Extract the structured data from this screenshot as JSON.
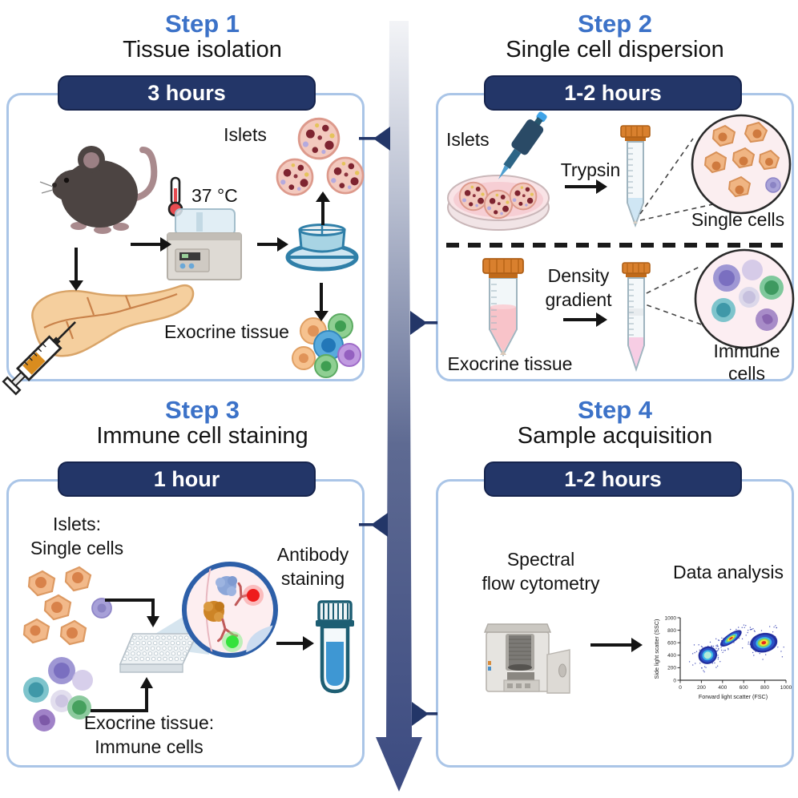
{
  "figure": {
    "accent_blue": "#3c72c8",
    "navy": "#233668",
    "panel_border": "#aac5e7",
    "timeline_gradient_start": "#f3f4f7",
    "timeline_gradient_end": "#3c4b81",
    "arrow_black": "#141414"
  },
  "icons": [
    "mouse-icon",
    "pancreas-icon",
    "syringe-icon",
    "thermometer-icon",
    "water-bath-icon",
    "cell-strainer-icon",
    "islet-icon",
    "exocrine-cell-cluster-icon",
    "petri-dish-icon",
    "pipette-icon",
    "conical-tube-icon",
    "magnified-cells-icon",
    "well-plate-icon",
    "antibody-staining-magnifier-icon",
    "facs-tube-icon",
    "flow-cytometer-icon",
    "timeline-arrow",
    "scatter-plot"
  ],
  "steps": {
    "step1": {
      "label": "Step 1",
      "title": "Tissue isolation",
      "duration": "3 hours",
      "islets_label": "Islets",
      "temperature_label": "37 °C",
      "exocrine_label": "Exocrine tissue"
    },
    "step2": {
      "label": "Step 2",
      "title": "Single cell dispersion",
      "duration": "1-2 hours",
      "islets_label": "Islets",
      "trypsin_label": "Trypsin",
      "single_cells_label": "Single cells",
      "density_line1": "Density",
      "density_line2": "gradient",
      "exocrine_label": "Exocrine tissue",
      "immune_line1": "Immune",
      "immune_line2": "cells"
    },
    "step3": {
      "label": "Step 3",
      "title": "Immune cell staining",
      "duration": "1 hour",
      "islets_line1": "Islets:",
      "islets_line2": "Single cells",
      "antibody_line1": "Antibody",
      "antibody_line2": "staining",
      "exocrine_line1": "Exocrine tissue:",
      "exocrine_line2": "Immune cells"
    },
    "step4": {
      "label": "Step 4",
      "title": "Sample acquisition",
      "duration": "1-2 hours",
      "spectral_line1": "Spectral",
      "spectral_line2": "flow cytometry",
      "data_analysis_label": "Data analysis"
    }
  },
  "chart_data": {
    "type": "scatter",
    "title": "",
    "xlabel": "Forward light scatter (FSC)",
    "ylabel": "Side light scatter (SSC)",
    "xlim": [
      0,
      1000
    ],
    "ylim": [
      0,
      1000
    ],
    "xticks": [
      0,
      200,
      400,
      600,
      800,
      1000
    ],
    "yticks": [
      0,
      200,
      400,
      600,
      800,
      1000
    ],
    "grid": false,
    "clusters": [
      {
        "name": "population-low-scatter",
        "x": 260,
        "y": 400,
        "rx": 90,
        "ry": 140,
        "rot": -25,
        "core": "cyan"
      },
      {
        "name": "population-mid-scatter",
        "x": 480,
        "y": 670,
        "rx": 120,
        "ry": 75,
        "rot": -35,
        "core": "red"
      },
      {
        "name": "population-high-scatter",
        "x": 790,
        "y": 600,
        "rx": 130,
        "ry": 155,
        "rot": -10,
        "core": "red"
      }
    ]
  }
}
